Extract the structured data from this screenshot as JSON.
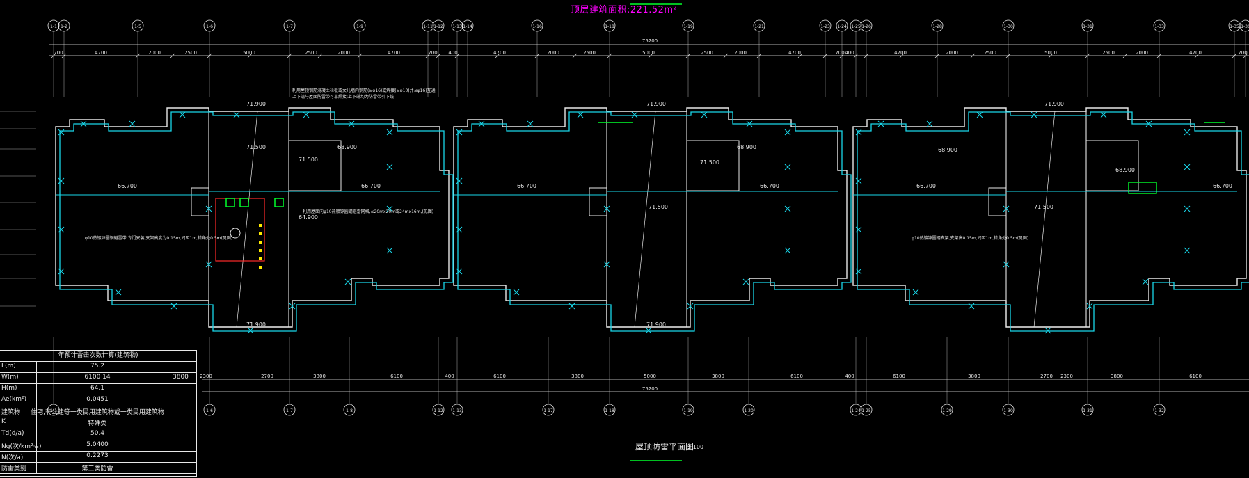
{
  "top_title": "顶层建筑面积:221.52m²",
  "drawing_title": "屋顶防雷平面图",
  "drawing_scale": "1:100",
  "axes_top": [
    "1-1",
    "1-2",
    "1-5",
    "1-6",
    "1-7",
    "1-9",
    "1-11",
    "1-12",
    "1-13",
    "1-14",
    "1-16",
    "1-18",
    "1-19",
    "1-21",
    "1-23",
    "1-24",
    "1-25",
    "1-26",
    "1-28",
    "1-30",
    "1-31",
    "1-33",
    "1-35",
    "1-36"
  ],
  "axes_bottom": [
    "1-1",
    "1-6",
    "1-7",
    "1-8",
    "1-12",
    "1-13",
    "1-17",
    "1-18",
    "1-19",
    "1-20",
    "1-24",
    "1-25",
    "1-29",
    "1-30",
    "1-31",
    "1-32"
  ],
  "dims_top_total": "75200",
  "dims_top": [
    "700",
    "4700",
    "2000",
    "2500",
    "5000",
    "2500",
    "2000",
    "4700",
    "700",
    "400",
    "4700",
    "2000",
    "2500",
    "5000",
    "2500",
    "2000",
    "4700",
    "700",
    "400",
    "4700",
    "2000",
    "2500",
    "5000",
    "2500",
    "2000",
    "4700",
    "700"
  ],
  "dims_bottom_total": "75200",
  "dims_bottom": [
    "2300",
    "2700",
    "3800",
    "6100",
    "400",
    "6100",
    "3800",
    "5000",
    "3800",
    "6100",
    "400",
    "6100",
    "3800",
    "2700",
    "2300",
    "3800",
    "6100"
  ],
  "elevations": [
    "71.900",
    "71.900",
    "71.900",
    "71.500",
    "71.500",
    "71.500",
    "71.500",
    "71.500",
    "68.900",
    "68.900",
    "68.900",
    "68.900",
    "66.700",
    "66.700",
    "66.700",
    "66.700",
    "66.700",
    "66.700",
    "64.900",
    "71.900",
    "71.900"
  ],
  "notes": {
    "n1": "利用屋顶钢筋混凝土栏板或女儿墙内钢筋(≥φ16)或焊接(≥φ10)并≤φ16)互通,",
    "n2": "上下端与屋面防雷带可靠焊接;上下端均为防雷带引下线",
    "n3": "φ10热镀锌圆钢避雷带,专门安装,支架高度为0.15m,间距1m,转角处0.5m(见图)",
    "n4": "利用屋面内φ10热镀锌圆钢避雷网格,≤20mx20m或24mx16m,(见图)",
    "n5": "φ10热镀锌圆钢支架,支架高0.15m,间距1m,转角处0.5m(见图)"
  },
  "calc_table": {
    "header": "年预计雷击次数计算(建筑物)",
    "rows": [
      {
        "label": "L(m)",
        "value": "75.2",
        "value2": ""
      },
      {
        "label": "W(m)",
        "value": "6100  14",
        "value2": "3800"
      },
      {
        "label": "H(m)",
        "value": "64.1",
        "value2": ""
      },
      {
        "label": "Ae(km²)",
        "value": "0.0451",
        "value2": ""
      },
      {
        "label": "建筑物",
        "value": "住宅,非公建等一类民用建筑物或一类民用建筑物",
        "value2": ""
      },
      {
        "label": "K",
        "value": "特殊类",
        "value2": ""
      },
      {
        "label": "Td(d/a)",
        "value": "50.4",
        "value2": ""
      },
      {
        "label": "Ng(次/km²·a)",
        "value": "5.0400",
        "value2": ""
      },
      {
        "label": "N(次/a)",
        "value": "0.2273",
        "value2": ""
      },
      {
        "label": "防雷类别",
        "value": "第三类防雷",
        "value2": ""
      }
    ]
  },
  "colors": {
    "background": "#000000",
    "wall": "#e8e8e8",
    "lightning_strip": "#19d7ea",
    "text": "#e8e8e8",
    "title": "#ff00ff",
    "green": "#00ff2a",
    "red": "#ff2a2a",
    "yellow": "#ffea00",
    "gray": "#6f6f6f"
  }
}
